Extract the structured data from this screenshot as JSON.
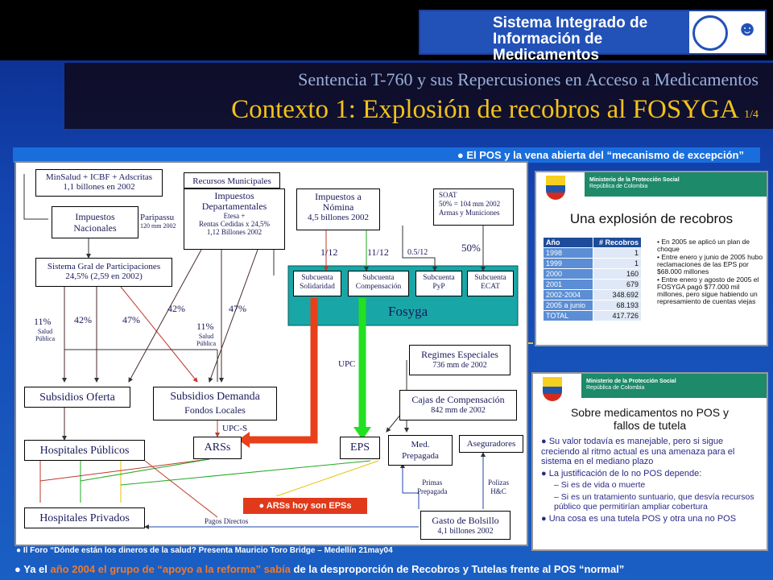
{
  "banner": {
    "line1": "Sistema Integrado de",
    "line2": "Información de Medicamentos"
  },
  "header": {
    "subtitle": "Sentencia T-760 y sus Repercusiones en Acceso a Medicamentos",
    "title": "Contexto 1: Explosión  de recobros al FOSYGA",
    "page": "1/4"
  },
  "caption_top": "● El POS y la vena abierta del “mecanismo de excepción”",
  "diagram": {
    "minsalud": [
      "MinSalud + ICBF + Adscritas",
      "1,1 billones en 2002"
    ],
    "recursos_mun": "Recursos Municipales",
    "imp_dep": [
      "Impuestos",
      "Departamentales"
    ],
    "imp_dep_small": [
      "Etesa +",
      "Rentas Cedidas x 24,5%",
      "1,12 Billones 2002"
    ],
    "imp_nomina": [
      "Impuestos a",
      "Nómina",
      "4,5 billones 2002"
    ],
    "soat": [
      "SOAT",
      "50% = 104 mm 2002",
      "Armas y Municiones"
    ],
    "imp_nac": [
      "Impuestos",
      "Nacionales"
    ],
    "paripassu": "Paripassu",
    "paripassu_sub": "120 mm 2002",
    "sgp": [
      "Sistema Gral de Participaciones",
      "24,5% (2,59 en 2002)"
    ],
    "frac_1_12": "1/12",
    "frac_11_12": "11/12",
    "frac_05_12": "0.5/12",
    "pct_50": "50%",
    "sub_solidaridad": [
      "Subcuenta",
      "Solidaridad"
    ],
    "sub_compensacion": [
      "Subcuenta",
      "Compensación"
    ],
    "sub_pyp": [
      "Subcuenta",
      "PyP"
    ],
    "sub_ecat": [
      "Subcuenta",
      "ECAT"
    ],
    "fosyga": "Fosyga",
    "pct_11a": "11%",
    "salud_pub_a": [
      "Salud",
      "Pública"
    ],
    "pct_42a": "42%",
    "pct_47a": "47%",
    "pct_42b": "42%",
    "pct_11b": "11%",
    "salud_pub_b": [
      "Salud",
      "Pública"
    ],
    "pct_47b": "47%",
    "upc": "UPC",
    "regimenes": [
      "Regimes Especiales",
      "736 mm de 2002"
    ],
    "subsidios_oferta": "Subsidios Oferta",
    "subsidios_demanda": [
      "Subsidios Demanda",
      "Fondos Locales"
    ],
    "cajas": [
      "Cajas de Compensación",
      "842 mm de 2002"
    ],
    "upc_s": "UPC-S",
    "hospitales_publicos": "Hospitales Públicos",
    "arss": "ARSs",
    "eps": "EPS",
    "med_prepagada": [
      "Med.",
      "Prepagada"
    ],
    "aseguradores": "Aseguradores",
    "primas": [
      "Primas",
      "Prepagada"
    ],
    "polizas": [
      "Polizas",
      "H&C"
    ],
    "hospitales_privados": "Hospitales Privados",
    "pagos_directos": "Pagos Directos",
    "gasto_bolsillo": [
      "Gasto de Bolsillo",
      "4,1 billones 2002"
    ]
  },
  "arss_caption": "● ARSs hoy son EPSs",
  "panel1": {
    "ministry": [
      "Ministerio de la Protección Social",
      "República de Colombia"
    ],
    "title": "Una explosión de recobros",
    "table": {
      "headers": [
        "Año",
        "# Recobros"
      ],
      "rows": [
        [
          "1998",
          "1"
        ],
        [
          "1999",
          "1"
        ],
        [
          "2000",
          "160"
        ],
        [
          "2001",
          "679"
        ],
        [
          "2002-2004",
          "348.692"
        ],
        [
          "2005 a junio",
          "68.193"
        ],
        [
          "TOTAL",
          "417.726"
        ]
      ]
    },
    "bullets": [
      "En 2005 se aplicó un plan de choque",
      "Entre enero y junio de 2005 hubo reclamaciones de las EPS por $68.000 millones",
      "Entre enero y agosto de 2005 el FOSYGA pagó $77.000 mil millones, pero sigue habiendo un represamiento de cuentas viejas"
    ]
  },
  "panel2": {
    "ministry": [
      "Ministerio de la Protección Social",
      "República de Colombia"
    ],
    "title": [
      "Sobre medicamentos no POS y",
      "fallos de tutela"
    ],
    "bullets": [
      "● Su valor todavía es manejable, pero si sigue creciendo al ritmo actual es una amenaza para el sistema en el mediano plazo",
      "● La justificación de lo no POS depende:",
      "– Si es de vida o muerte",
      "– Si es un tratamiento suntuario, que desvía recursos público que permitirían ampliar cobertura",
      "● Una cosa es una tutela POS y otra una no POS"
    ]
  },
  "caption_small": "● Il Foro “Dónde están los dineros de la salud? Presenta  Mauricio Toro Bridge – Medellín 21may04",
  "bottom": {
    "bullet": "●",
    "pre": " Ya el ",
    "highlight": "año 2004 el grupo de “apoyo a la reforma” sabía",
    "post": " de la desproporción de Recobros y Tutelas frente al POS “normal”"
  },
  "colors": {
    "accent": "#f2c21c",
    "red_arrow": "#e8401a",
    "green_arrow": "#22e022",
    "title": "#f2c21c"
  }
}
